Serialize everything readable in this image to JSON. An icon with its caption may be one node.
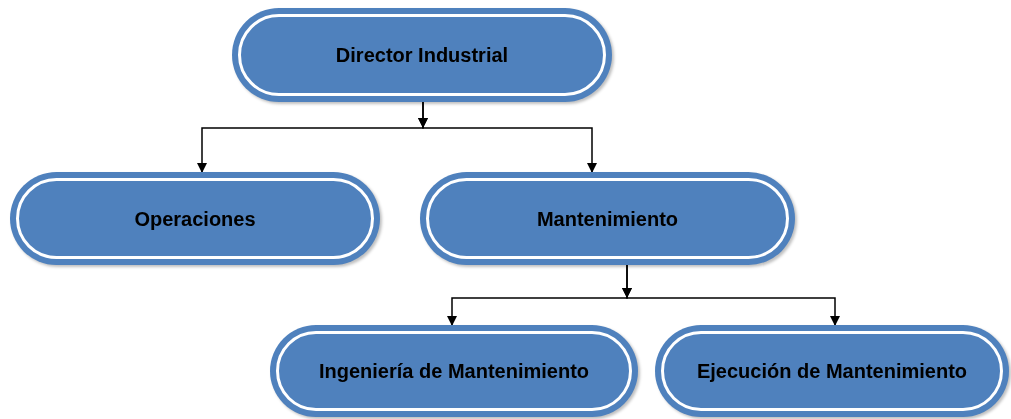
{
  "diagram": {
    "nodes": [
      {
        "text": [
          "Director Industrial"
        ]
      },
      {
        "text": [
          "Operaciones"
        ]
      },
      {
        "text": [
          "Mantenimiento"
        ]
      },
      {
        "text": [
          "Ingeniería de Mantenimiento"
        ]
      },
      {
        "text": [
          "Ejecución de Mantenimiento"
        ]
      }
    ],
    "edges": [
      {
        "from": 0,
        "to": 1,
        "arrow": "to"
      },
      {
        "from": 0,
        "to": 2,
        "arrow": "to"
      },
      {
        "from": 2,
        "to": 3,
        "arrow": "to"
      },
      {
        "from": 2,
        "to": 4,
        "arrow": "to"
      }
    ]
  }
}
